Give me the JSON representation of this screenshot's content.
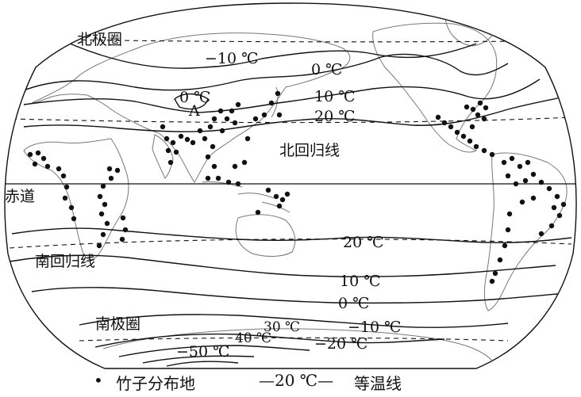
{
  "labels": {
    "arctic_circle": "北极圈",
    "tropic_cancer": "北回归线",
    "equator": "赤道",
    "tropic_capricorn": "南回归线",
    "antarctic_circle": "南极圈",
    "point_a": "A"
  },
  "isotherms": {
    "minus10_n": "−10 ℃",
    "zero_n": "0 ℃",
    "ten_n": "10 ℃",
    "twenty_n": "20 ℃",
    "zero_tibet": "0 ℃",
    "twenty_s": "20 ℃",
    "ten_s": "10 ℃",
    "zero_s": "0 ℃",
    "minus10_s": "−10 ℃",
    "minus20_s": "−20 ℃",
    "minus30_s": "30 ℃",
    "minus40_s": "40 ℃",
    "minus50_s": "−50 ℃"
  },
  "legend": {
    "dot_symbol": "•",
    "dot_text": "竹子分布地",
    "line_symbol": "—20 ℃—",
    "line_text": "等温线"
  },
  "colors": {
    "line": "#111111",
    "coast": "#777777",
    "background": "#ffffff"
  }
}
